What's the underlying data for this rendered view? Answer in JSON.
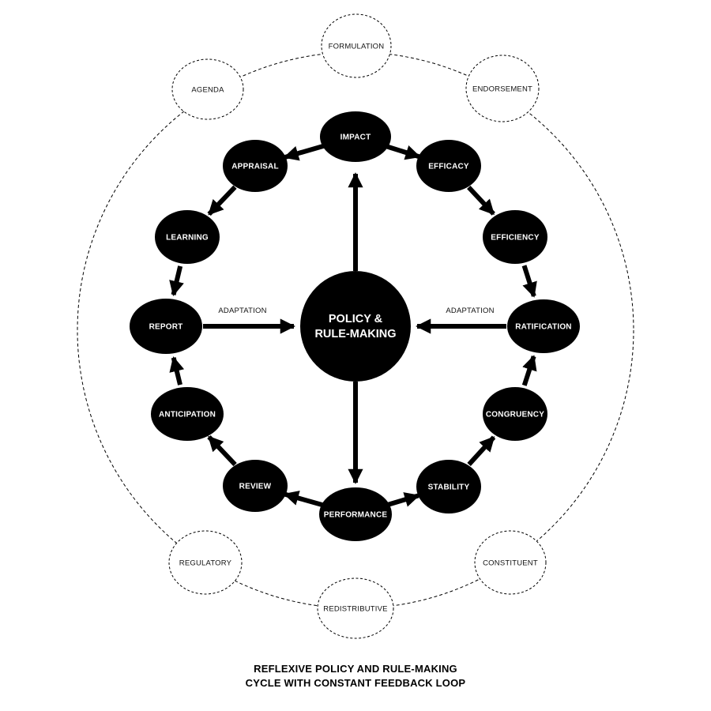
{
  "diagram": {
    "center": {
      "line1": "POLICY &",
      "line2": "RULE-MAKING"
    },
    "cycle_nodes": [
      "IMPACT",
      "EFFICACY",
      "EFFICIENCY",
      "RATIFICATION",
      "CONGRUENCY",
      "STABILITY",
      "PERFORMANCE",
      "REVIEW",
      "ANTICIPATION",
      "REPORT",
      "LEARNING",
      "APPRAISAL"
    ],
    "outer_nodes": [
      "FORMULATION",
      "ENDORSEMENT",
      "CONSTITUENT",
      "REDISTRIBUTIVE",
      "REGULATORY",
      "AGENDA"
    ],
    "adaptation_left": "ADAPTATION",
    "adaptation_right": "ADAPTATION",
    "colors": {
      "node_fill": "#000000",
      "node_text": "#ffffff",
      "outer_stroke": "#000000",
      "background": "#ffffff"
    }
  },
  "caption": {
    "line1": "REFLEXIVE POLICY AND RULE-MAKING",
    "line2": "CYCLE WITH CONSTANT FEEDBACK LOOP"
  }
}
